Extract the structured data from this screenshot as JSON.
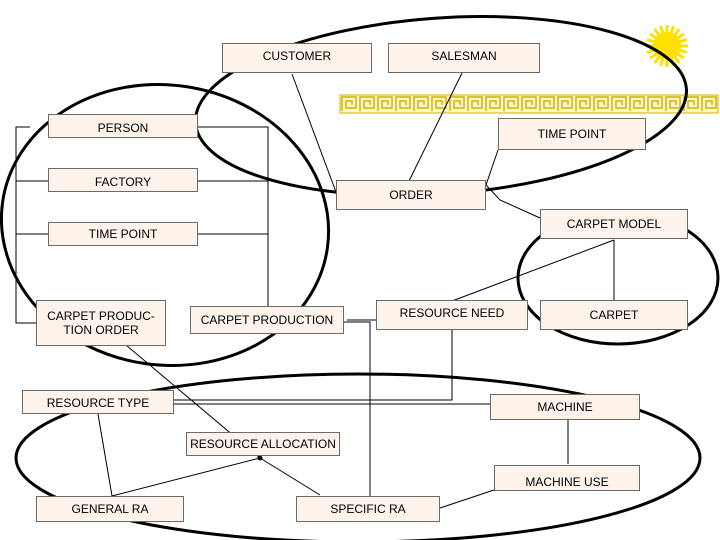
{
  "colors": {
    "box_fill": "#fdf3ea",
    "box_border": "#6b6b6b",
    "sun": "#ffe000",
    "meander": "#d4b000",
    "line": "#000000"
  },
  "icons": {
    "sun": "sun-icon",
    "border": "greek-key-meander"
  },
  "entities": {
    "customer": "CUSTOMER",
    "salesman": "SALESMAN",
    "person": "PERSON",
    "time_point_right": "TIME POINT",
    "factory": "FACTORY",
    "order": "ORDER",
    "carpet_model": "CARPET MODEL",
    "time_point_left": "TIME POINT",
    "carpet_production_order": "CARPET PRODUC-TION ORDER",
    "carpet_production": "CARPET PRODUCTION",
    "resource_need": "RESOURCE NEED",
    "carpet": "CARPET",
    "resource_type": "RESOURCE TYPE",
    "machine": "MACHINE",
    "resource_allocation": "RESOURCE ALLOCATION",
    "machine_use": "MACHINE USE",
    "general_ra": "GENERAL RA",
    "specific_ra": "SPECIFIC RA"
  }
}
